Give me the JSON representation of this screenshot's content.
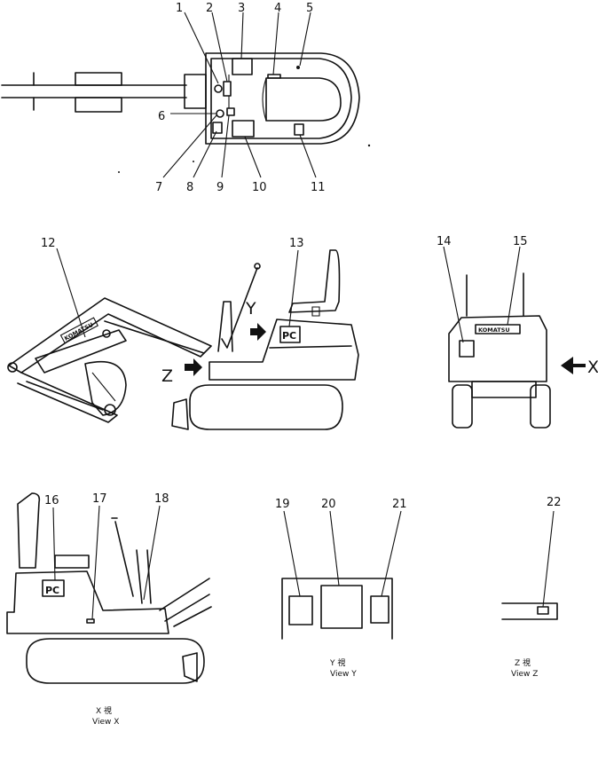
{
  "callouts": [
    "1",
    "2",
    "3",
    "4",
    "5",
    "6",
    "7",
    "8",
    "9",
    "10",
    "11",
    "12",
    "13",
    "14",
    "15",
    "16",
    "17",
    "18",
    "19",
    "20",
    "21",
    "22"
  ],
  "arrows": {
    "y": "Y",
    "z": "Z",
    "x": "X"
  },
  "plate_label": "PC",
  "brand_label": "KOMATSU",
  "views": {
    "x": {
      "kanji": "X 視",
      "caption": "View X"
    },
    "y": {
      "kanji": "Y 視",
      "caption": "View Y"
    },
    "z": {
      "kanji": "Z 視",
      "caption": "View Z"
    }
  }
}
